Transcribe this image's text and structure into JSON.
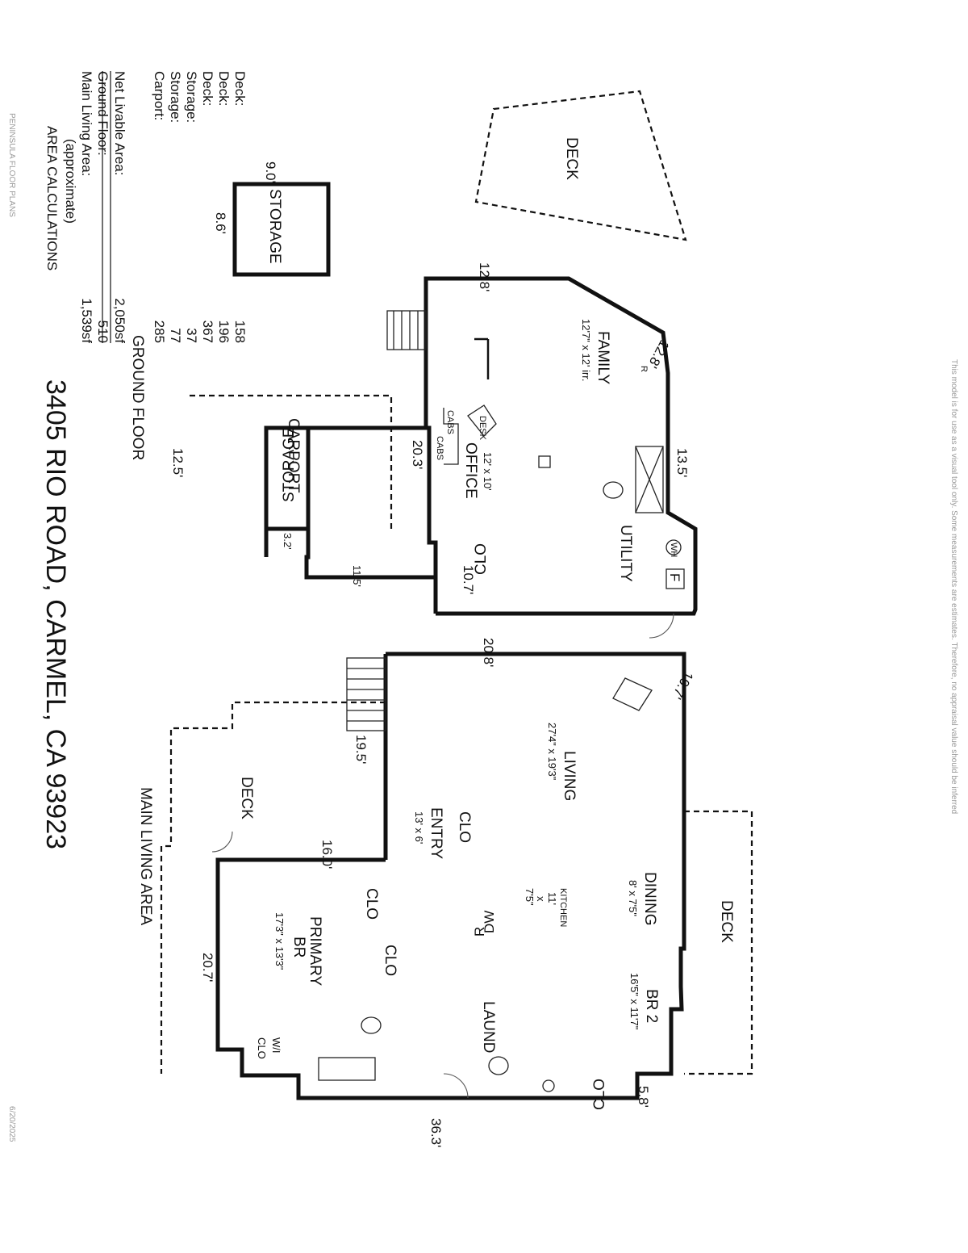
{
  "header": {
    "company": "PENINSULA FLOOR PLANS",
    "date": "6/20/2025",
    "address": "3405 RIO ROAD, CARMEL, CA  93923",
    "disclaimer": "This model is for use as a visual tool only. Some measurements are estimates. Therefore, no appraisal value should be inferred"
  },
  "area_calculations": {
    "title": "AREA CALCULATIONS",
    "subtitle": "(approximate)",
    "rows": [
      {
        "label": "Main Living Area:",
        "value": "1,539sf"
      },
      {
        "label": "Ground Floor:",
        "value": "510"
      },
      {
        "label": "Net Livable Area:",
        "value": "2,050sf"
      },
      {
        "label": "Carport:",
        "value": "285"
      },
      {
        "label": "Storage:",
        "value": "77"
      },
      {
        "label": "Storage:",
        "value": "37"
      },
      {
        "label": "Deck:",
        "value": "367"
      },
      {
        "label": "Deck:",
        "value": "196"
      },
      {
        "label": "Deck:",
        "value": "158"
      }
    ]
  },
  "ground_floor": {
    "label": "GROUND FLOOR",
    "rooms": {
      "family_name": "FAMILY",
      "family_size": "12'7\" x 12' irr.",
      "office_name": "OFFICE",
      "office_size": "12' x 10'",
      "utility": "UTILITY",
      "storage_small": "STORAGE",
      "storage_big": "STORAGE",
      "carport": "CARPORT",
      "deck": "DECK",
      "clo": "CLO",
      "cabs_a": "CABS",
      "cabs_b": "CABS",
      "desk": "DESK",
      "r": "R",
      "wh": "WH",
      "f": "F"
    },
    "dims": {
      "family_top": "12.8'",
      "family_diag": "12.8'",
      "right_side": "13.5'",
      "office_left": "20.3'",
      "bottom": "10.7'",
      "storage_len": "11.5'",
      "storage_w": "3.2'",
      "carport_w": "12.5'",
      "storage_box_w": "9.0'",
      "storage_box_h": "8.6'"
    }
  },
  "main_floor": {
    "label": "MAIN LIVING AREA",
    "rooms": {
      "living_name": "LIVING",
      "living_size": "27'4\" x 19'3\"",
      "dining_name": "DINING",
      "dining_size": "8' x 7'5\"",
      "kitchen_name": "KITCHEN",
      "kitchen_size_a": "11'",
      "kitchen_size_b": "x",
      "kitchen_size_c": "7'5\"",
      "entry_name": "ENTRY",
      "entry_size": "13' x 6'",
      "primary_name_a": "PRIMARY",
      "primary_name_b": "BR",
      "primary_size": "17'3\" x 13'3\"",
      "br2_name": "BR 2",
      "br2_size": "16'5\" x 11'7\"",
      "laund": "LAUND",
      "deck_left": "DECK",
      "deck_right": "DECK",
      "clo_living": "CLO",
      "clo_primary": "CLO",
      "clo_entry": "CLO",
      "clo_br2": "CLO",
      "wi_a": "W/I",
      "wi_b": "CLO",
      "dw": "DW",
      "r": "R"
    },
    "dims": {
      "top": "20.8'",
      "diag": "10.7'",
      "deck_step": "19.5'",
      "primary_top": "16.0'",
      "primary_left": "20.7'",
      "bottom": "36.3'",
      "br2_right": "5.8'"
    }
  }
}
